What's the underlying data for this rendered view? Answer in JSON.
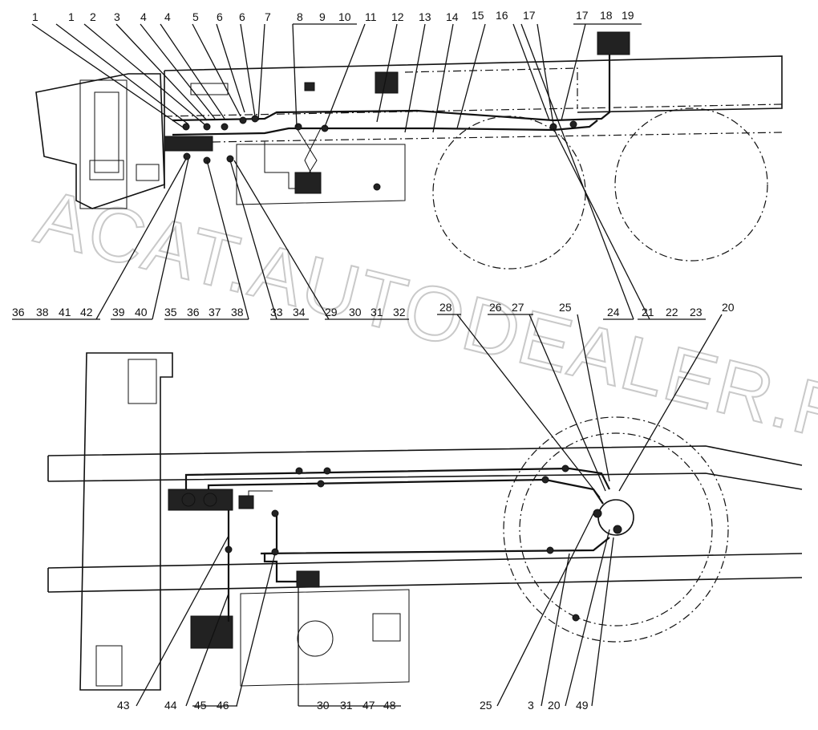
{
  "watermark": "ACAT.AUTODEALER.RU",
  "callouts_top": [
    "1",
    "1",
    "2",
    "3",
    "4",
    "4",
    "5",
    "6",
    "6",
    "7",
    "8",
    "9",
    "10",
    "11",
    "12",
    "13",
    "14",
    "15",
    "16",
    "17",
    "17",
    "18",
    "19"
  ],
  "callouts_upper_bottom": [
    "36",
    "38",
    "41",
    "42",
    "39",
    "40",
    "35",
    "36",
    "37",
    "38",
    "33",
    "34",
    "29",
    "30",
    "31",
    "32",
    "24",
    "21",
    "22",
    "23"
  ],
  "callouts_lower_top": [
    "28",
    "26",
    "27",
    "25",
    "20"
  ],
  "callouts_lower_bottom": [
    "43",
    "44",
    "45",
    "46",
    "30",
    "31",
    "47",
    "48",
    "25",
    "3",
    "20",
    "49"
  ]
}
